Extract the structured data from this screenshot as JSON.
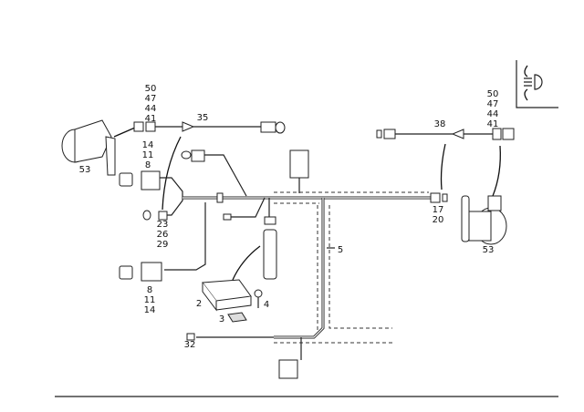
{
  "diagram": {
    "callouts": {
      "left_connector_group": [
        "50",
        "47",
        "44",
        "41"
      ],
      "harness_left": "35",
      "left_sensor": "53",
      "upper_plug_group": [
        "14",
        "11",
        "8"
      ],
      "small_connector_group": [
        "23",
        "26",
        "29"
      ],
      "lower_plug_group": [
        "8",
        "11",
        "14"
      ],
      "control_unit": "2",
      "bracket": "3",
      "screw": "4",
      "main_harness": "5",
      "ground_lead": "32",
      "harness_right": "38",
      "right_connector_group": [
        "50",
        "47",
        "44",
        "41"
      ],
      "end_connector_group": [
        "17",
        "20"
      ],
      "right_sensor": "53"
    },
    "inset_icon": "headlamp-range-adjustment-icon"
  }
}
